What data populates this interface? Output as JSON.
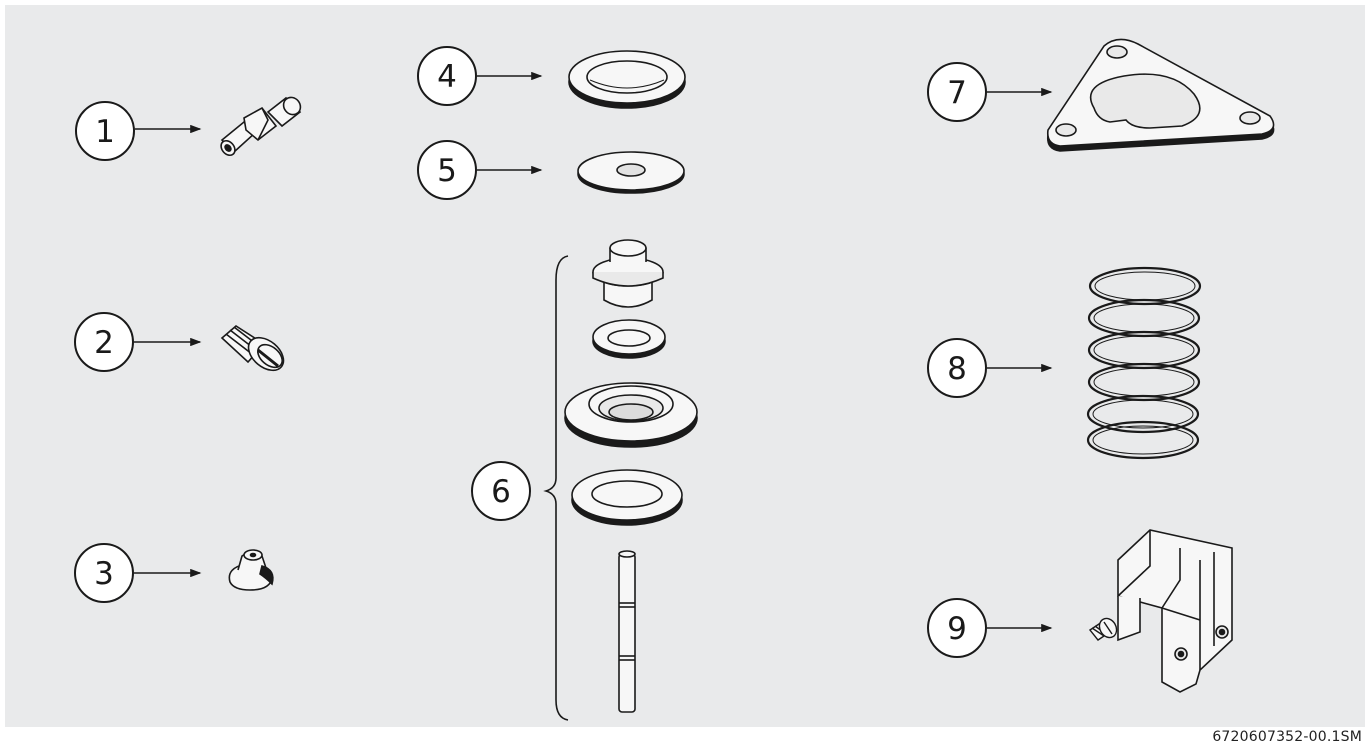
{
  "callouts": [
    {
      "id": "1",
      "label": "1",
      "part": "nozzle-fitting"
    },
    {
      "id": "2",
      "label": "2",
      "part": "slotted-screw"
    },
    {
      "id": "3",
      "label": "3",
      "part": "cap-plug"
    },
    {
      "id": "4",
      "label": "4",
      "part": "sealing-ring"
    },
    {
      "id": "5",
      "label": "5",
      "part": "washer"
    },
    {
      "id": "6",
      "label": "6",
      "part": "valve-kit"
    },
    {
      "id": "7",
      "label": "7",
      "part": "mounting-plate"
    },
    {
      "id": "8",
      "label": "8",
      "part": "compression-spring"
    },
    {
      "id": "9",
      "label": "9",
      "part": "bracket-with-screw"
    }
  ],
  "document_reference": "6720607352-00.1SM",
  "colors": {
    "background": "#e9eaeb",
    "line": "#1a1a1a",
    "part_fill": "#f7f7f7",
    "shade": "#1a1a1a"
  }
}
